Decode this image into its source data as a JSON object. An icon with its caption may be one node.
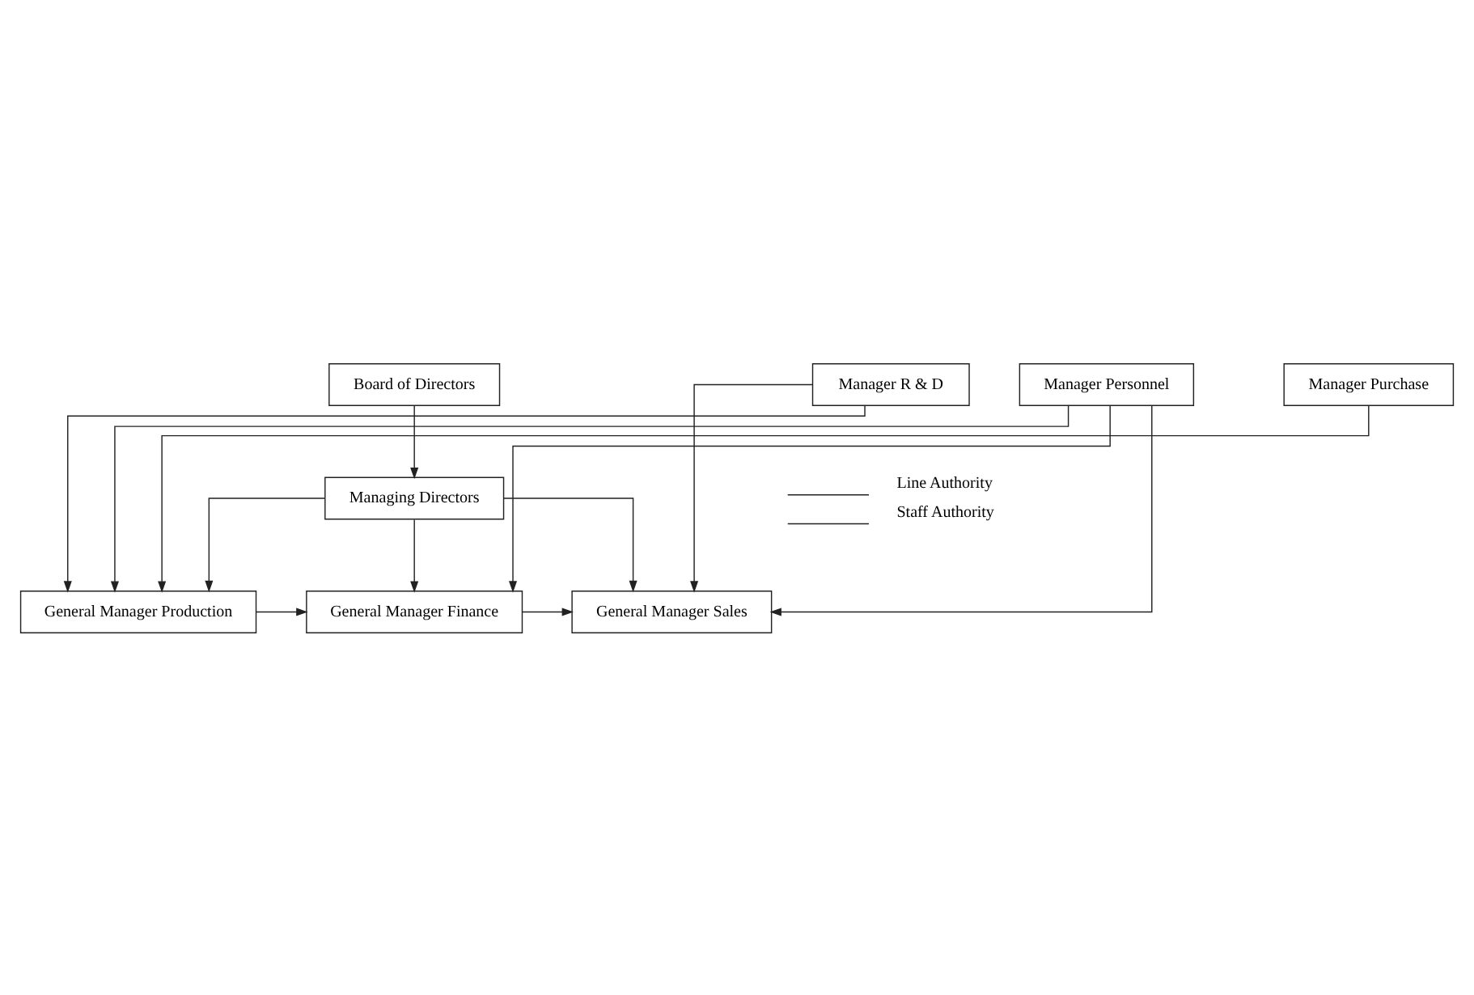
{
  "diagram": {
    "nodes": [
      {
        "text": [
          "Board of Directors"
        ]
      },
      {
        "text": [
          "Managing Directors"
        ]
      },
      {
        "text": [
          "General Manager Production"
        ]
      },
      {
        "text": [
          "General Manager Finance"
        ]
      },
      {
        "text": [
          "General Manager Sales"
        ]
      },
      {
        "text": [
          "Manager R & D"
        ]
      },
      {
        "text": [
          "Manager Personnel"
        ]
      },
      {
        "text": [
          "Manager Purchase"
        ]
      }
    ],
    "edges": [
      {
        "from": 0,
        "to": 1,
        "arrow": "to"
      },
      {
        "from": 1,
        "to": 2,
        "arrow": "to"
      },
      {
        "from": 1,
        "to": 3,
        "arrow": "to"
      },
      {
        "from": 1,
        "to": 4,
        "arrow": "to"
      },
      {
        "from": 2,
        "to": 3,
        "arrow": "to"
      },
      {
        "from": 3,
        "to": 4,
        "arrow": "to"
      },
      {
        "from": 5,
        "to": 2,
        "arrow": "to"
      },
      {
        "from": 6,
        "to": 2,
        "arrow": "to"
      },
      {
        "from": 6,
        "to": 3,
        "arrow": "to"
      },
      {
        "from": 5,
        "to": 4,
        "arrow": "to"
      },
      {
        "from": 6,
        "to": 4,
        "arrow": "to"
      },
      {
        "from": 7,
        "to": 2,
        "arrow": "to"
      }
    ],
    "legend": [
      {
        "text": "Line Authority"
      },
      {
        "text": "Staff Authority"
      }
    ]
  }
}
